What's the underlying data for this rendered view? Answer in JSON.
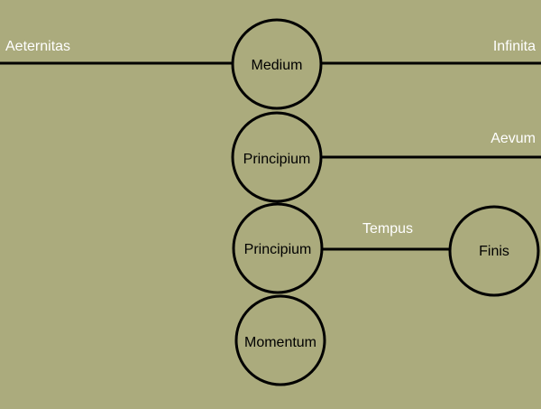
{
  "colors": {
    "background": "#abab7d",
    "node_fill": "#abab7d",
    "stroke": "#000000",
    "line_label": "#ffffff",
    "node_label": "#000000"
  },
  "nodes": {
    "medium": "Medium",
    "principium_upper": "Principium",
    "principium_lower": "Principium",
    "momentum": "Momentum",
    "finis": "Finis"
  },
  "line_labels": {
    "aeternitas": "Aeternitas",
    "infinita": "Infinita",
    "aevum": "Aevum",
    "tempus": "Tempus"
  }
}
